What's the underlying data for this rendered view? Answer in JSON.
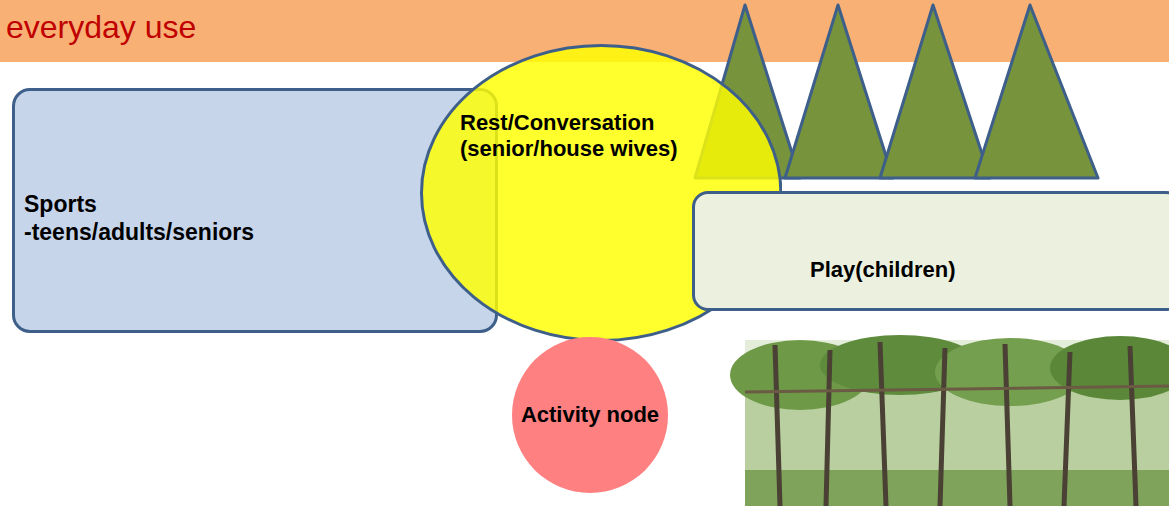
{
  "diagram": {
    "title": "everyday use",
    "nodes": [
      {
        "text": [
          "Sports",
          "-teens/adults/seniors"
        ]
      },
      {
        "text": [
          "Rest/Conversation (senior/house wives)"
        ]
      },
      {
        "text": [
          "Play(children)"
        ]
      },
      {
        "text": [
          "Activity node"
        ]
      }
    ]
  }
}
